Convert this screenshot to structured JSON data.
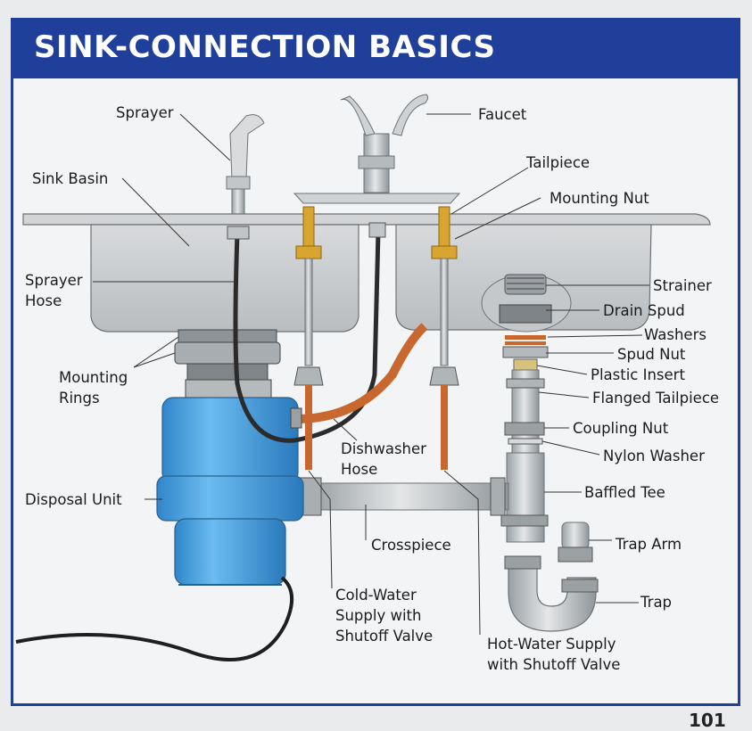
{
  "title": "SINK-CONNECTION BASICS",
  "page_number": "101",
  "labels": {
    "sprayer": "Sprayer",
    "faucet": "Faucet",
    "tailpiece": "Tailpiece",
    "sink_basin": "Sink Basin",
    "mounting_nut": "Mounting Nut",
    "sprayer_hose_1": "Sprayer",
    "sprayer_hose_2": "Hose",
    "strainer": "Strainer",
    "drain_spud": "Drain Spud",
    "washers": "Washers",
    "spud_nut": "Spud Nut",
    "mounting_rings_1": "Mounting",
    "mounting_rings_2": "Rings",
    "plastic_insert": "Plastic Insert",
    "flanged_tailpiece": "Flanged Tailpiece",
    "coupling_nut": "Coupling Nut",
    "dishwasher_hose_1": "Dishwasher",
    "dishwasher_hose_2": "Hose",
    "nylon_washer": "Nylon Washer",
    "disposal_unit": "Disposal Unit",
    "baffled_tee": "Baffled Tee",
    "crosspiece": "Crosspiece",
    "trap_arm": "Trap Arm",
    "trap": "Trap",
    "cold_water_1": "Cold-Water",
    "cold_water_2": "Supply with",
    "cold_water_3": "Shutoff Valve",
    "hot_water_1": "Hot-Water Supply",
    "hot_water_2": "with Shutoff Valve"
  },
  "colors": {
    "title_bar": "#1f3f9a",
    "disposal_blue": "#4aa3e0",
    "copper": "#c8672e",
    "brass": "#d9a531",
    "steel": "#c9ccce"
  }
}
